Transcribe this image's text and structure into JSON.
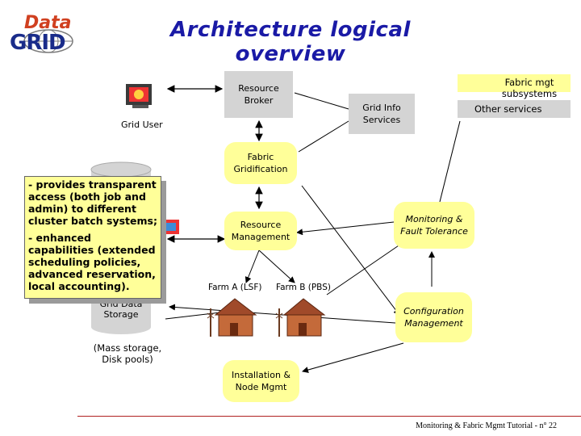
{
  "title": "Architecture logical overview",
  "logo": {
    "text_top": "Data",
    "text_bottom": "GRID"
  },
  "legend": {
    "fabric": "Fabric mgt subsystems",
    "other": "Other services"
  },
  "nodes": {
    "resource_broker": "Resource\nBroker",
    "grid_info": "Grid Info\nServices",
    "grid_user": "Grid User",
    "fabric_gridification": "Fabric\nGridification",
    "resource_management": "Resource\nManagement",
    "monitoring": "Monitoring &\nFault Tolerance",
    "farm_a": "Farm A (LSF)",
    "farm_b": "Farm B (PBS)",
    "grid_data_storage": "Grid Data\nStorage",
    "mass_storage": "(Mass storage,\nDisk pools)",
    "configuration": "Configuration\nManagement",
    "installation": "Installation &\nNode Mgmt"
  },
  "callout": {
    "line1": "- provides transparent access (both job and admin) to different cluster batch systems;",
    "line2": "- enhanced capabilities (extended scheduling policies, advanced reservation, local accounting)."
  },
  "footer": "Monitoring & Fabric Mgmt Tutorial - n° 22",
  "colors": {
    "title": "#1a1aa6",
    "fabric_box": "#ffff99",
    "other_box": "#d4d4d4",
    "footer_line": "#b02020"
  }
}
